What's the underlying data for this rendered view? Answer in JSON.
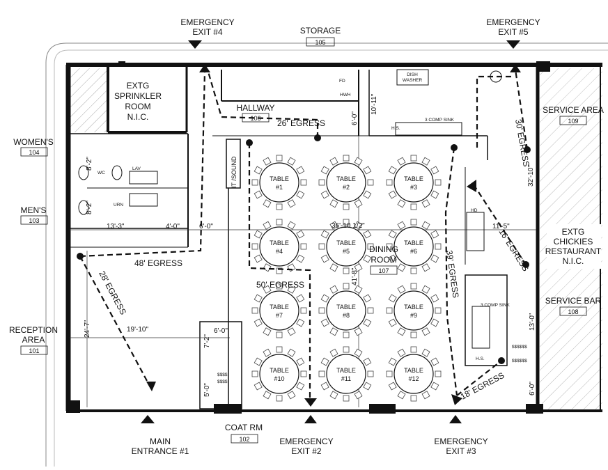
{
  "exits": {
    "e4": {
      "line1": "EMERGENCY",
      "line2": "EXIT #4"
    },
    "e5": {
      "line1": "EMERGENCY",
      "line2": "EXIT #5"
    },
    "e2": {
      "line1": "EMERGENCY",
      "line2": "EXIT #2"
    },
    "e3": {
      "line1": "EMERGENCY",
      "line2": "EXIT #3"
    },
    "main": {
      "line1": "MAIN",
      "line2": "ENTRANCE #1"
    }
  },
  "rooms": {
    "storage": {
      "name": "STORAGE",
      "num": "105"
    },
    "sprinkler": {
      "l1": "EXTG",
      "l2": "SPRINKLER",
      "l3": "ROOM",
      "l4": "N.I.C."
    },
    "hallway": {
      "name": "HALLWAY",
      "num": "106"
    },
    "womens": {
      "name": "WOMEN'S",
      "num": "104"
    },
    "mens": {
      "name": "MEN'S",
      "num": "103"
    },
    "reception": {
      "l1": "RECEPTION",
      "l2": "AREA",
      "num": "101"
    },
    "coat": {
      "name": "COAT RM",
      "num": "102"
    },
    "dining": {
      "l1": "DINING",
      "l2": "ROOM",
      "num": "107"
    },
    "service_area": {
      "name": "SERVICE AREA",
      "num": "109"
    },
    "service_bar": {
      "name": "SERVICE BAR",
      "num": "108"
    },
    "chickies": {
      "l1": "EXTG",
      "l2": "CHICKIES",
      "l3": "RESTAURANT",
      "l4": "N.I.C."
    },
    "it": {
      "name": "IT /SOUND"
    }
  },
  "tables": [
    {
      "l1": "TABLE",
      "l2": "#1"
    },
    {
      "l1": "TABLE",
      "l2": "#2"
    },
    {
      "l1": "TABLE",
      "l2": "#3"
    },
    {
      "l1": "TABLE",
      "l2": "#4"
    },
    {
      "l1": "TABLE",
      "l2": "#5"
    },
    {
      "l1": "TABLE",
      "l2": "#6"
    },
    {
      "l1": "TABLE",
      "l2": "#7"
    },
    {
      "l1": "TABLE",
      "l2": "#8"
    },
    {
      "l1": "TABLE",
      "l2": "#9"
    },
    {
      "l1": "TABLE",
      "l2": "#10"
    },
    {
      "l1": "TABLE",
      "l2": "#11"
    },
    {
      "l1": "TABLE",
      "l2": "#12"
    }
  ],
  "egress": {
    "e26": "26' EGRESS",
    "e48": "48' EGRESS",
    "e28": "28' EGRESS",
    "e50": "50' EGRESS",
    "e39": "39' EGRESS",
    "e30": "30' EGRESS",
    "e16": "16' EGRESS",
    "e18": "18' EGRESS"
  },
  "dims": {
    "d1": "13'-3\"",
    "d2": "4'-0\"",
    "d3": "6'-0\"",
    "d4": "36'-10 1/2\"",
    "d5": "11'-5\"",
    "d6": "19'-10\"",
    "d7": "6'-0\"",
    "d8": "24'-7\"",
    "d9": "7'-2\"",
    "d10": "5'-0\"",
    "d11": "41'-8\"",
    "d12": "8'-2\"",
    "d13": "8'-2\"",
    "d14": "13'-0\"",
    "d15": "6'-0\"",
    "d16": "32'-10\"",
    "d17": "10'-11\"",
    "d18": "6'-0\""
  },
  "fixtures": {
    "dish": {
      "l1": "DISH",
      "l2": "WASHER"
    },
    "comp_sink_top": "3 COMP SINK",
    "comp_sink_bar": "3 COMP SINK",
    "hs": "H.S.",
    "hs2": "H.S.",
    "hd": "HD",
    "hwh": "HWH",
    "fd": "FD",
    "lav": "LAV",
    "wc": "WC",
    "urn": "URN"
  }
}
